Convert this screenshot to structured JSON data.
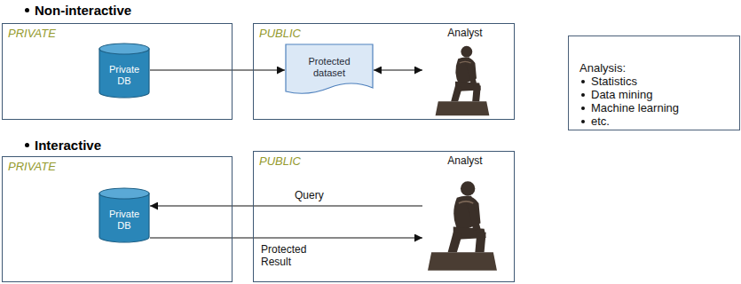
{
  "diagram": {
    "nodes": [
      {
        "text": [
          "PRIVATE"
        ]
      },
      {
        "text": [
          "Private DB"
        ],
        "in": 0
      },
      {
        "text": [
          "PUBLIC"
        ]
      },
      {
        "text": [
          "Protected dataset"
        ],
        "in": 2
      },
      {
        "text": [
          "Analyst"
        ],
        "in": 2
      },
      {
        "text": [
          "Analysis:",
          "Statistics",
          "Data mining",
          "Machine learning",
          "etc."
        ]
      },
      {
        "text": [
          "PRIVATE"
        ]
      },
      {
        "text": [
          "Private DB"
        ],
        "in": 6
      },
      {
        "text": [
          "PUBLIC"
        ]
      },
      {
        "text": [
          "Analyst"
        ],
        "in": 8
      }
    ],
    "edges": [
      {
        "from": 1,
        "to": 3,
        "arrow": "to"
      },
      {
        "from": 3,
        "to": 4,
        "arrow": "both"
      },
      {
        "from": 9,
        "to": 7,
        "label": "Query",
        "arrow": "to"
      },
      {
        "from": 7,
        "to": 9,
        "label": "Protected Result",
        "arrow": "to"
      }
    ],
    "labels": [
      "Non-interactive",
      "Interactive"
    ]
  }
}
